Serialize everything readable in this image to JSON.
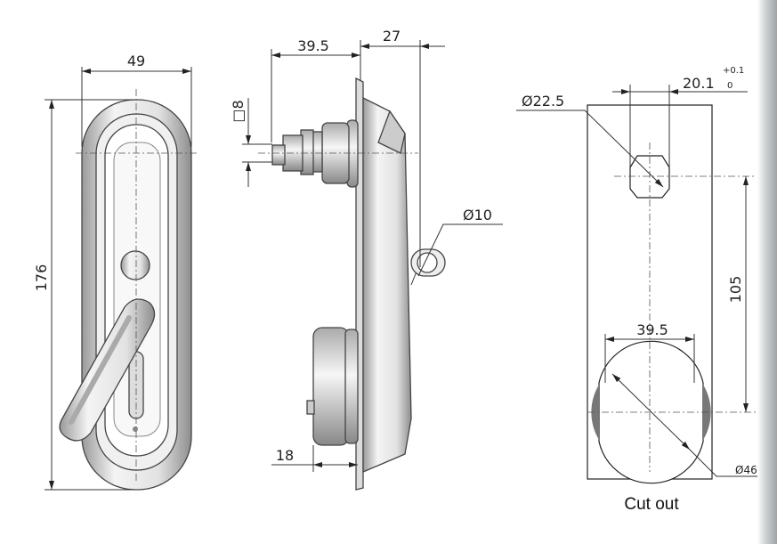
{
  "front_view": {
    "width_label": "49",
    "height_label": "176"
  },
  "side_view": {
    "shaft_label": "39.5",
    "depth_label": "27",
    "square_label": "□8",
    "lug_hole_label": "Ø10",
    "lower_label": "18"
  },
  "cutout": {
    "square_hole_diameter": "Ø22.5",
    "square_hole_width": "20.1",
    "tolerance_upper": "+0.1",
    "tolerance_lower": "0",
    "center_distance": "105",
    "round_hole_width": "39.5",
    "round_hole_diameter": "Ø46",
    "caption": "Cut out"
  },
  "colors": {
    "line": "#333333",
    "metal_light": "#f2f2f2",
    "metal_dark": "#9a9a9a"
  }
}
